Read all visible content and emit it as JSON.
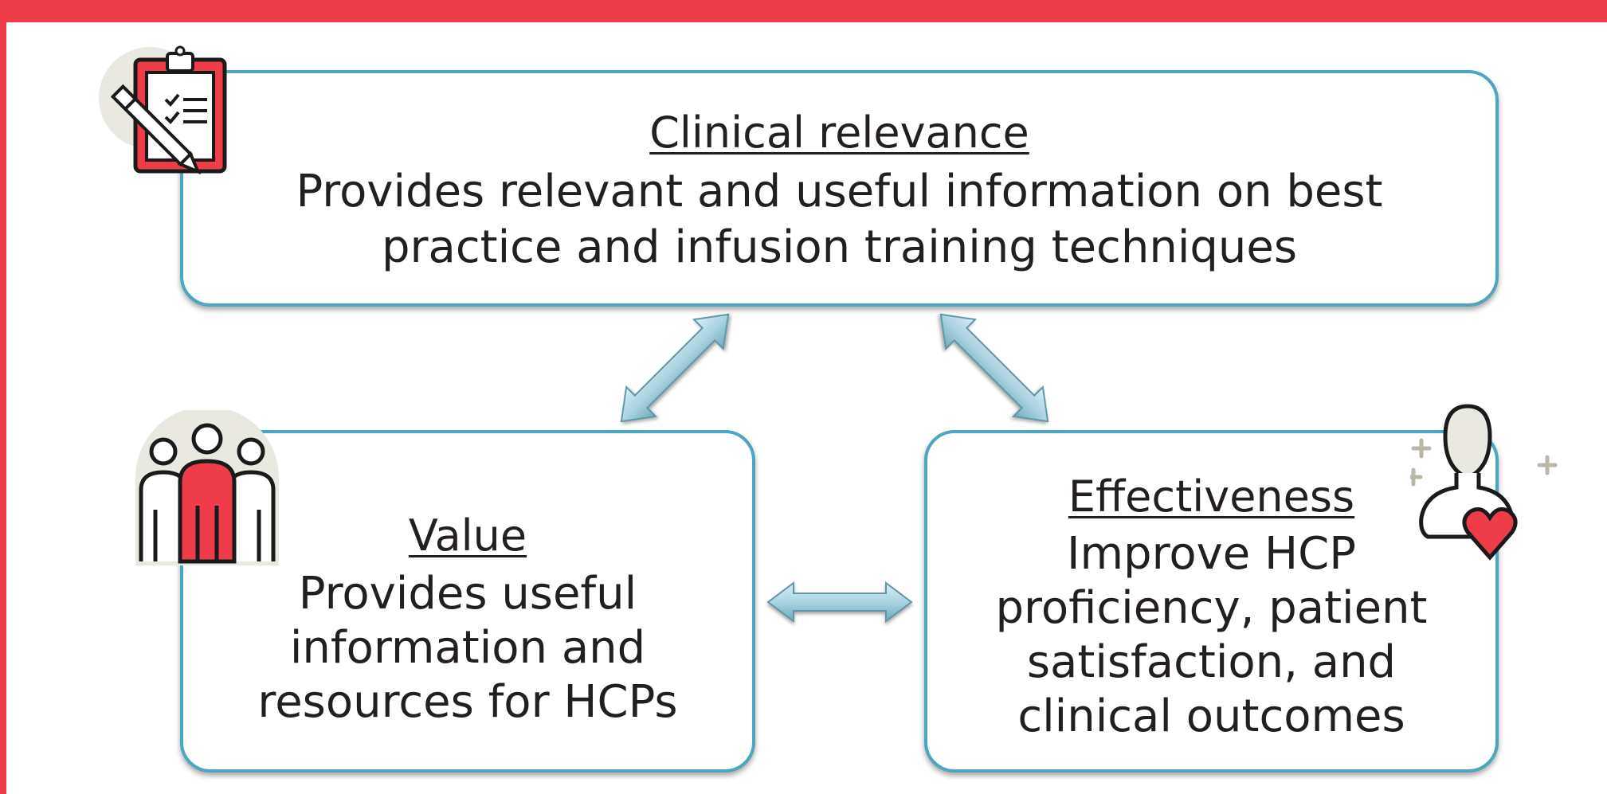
{
  "diagram": {
    "clinical_relevance": {
      "title": "Clinical relevance",
      "description": "Provides relevant and useful information on best practice and infusion training techniques"
    },
    "value": {
      "title": "Value",
      "description": "Provides useful information and resources for HCPs"
    },
    "effectiveness": {
      "title": "Effectiveness",
      "description": "Improve HCP proficiency, patient satisfaction, and clinical outcomes"
    }
  },
  "colors": {
    "accent_red": "#EE3D48",
    "box_border": "#4BA6BF",
    "arrow_fill": "#A9D4E0",
    "text": "#231F20"
  },
  "icons": [
    "clipboard-checklist-icon",
    "team-people-icon",
    "patient-heart-icon"
  ]
}
